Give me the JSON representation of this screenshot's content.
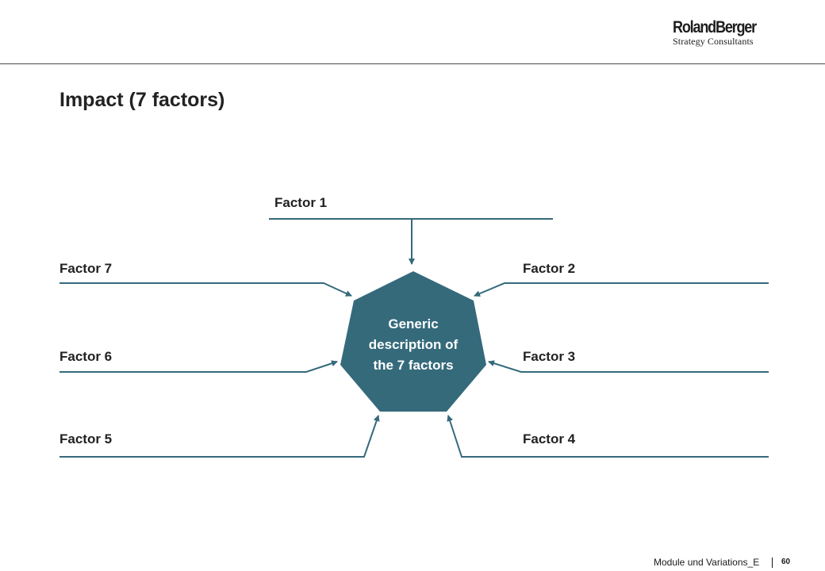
{
  "header": {
    "logo_brand": "RolandBerger",
    "logo_subtitle": "Strategy Consultants"
  },
  "page": {
    "title": "Impact (7 factors)"
  },
  "diagram": {
    "center_lines": [
      "Generic",
      "description of",
      "the 7 factors"
    ],
    "factors": {
      "f1": "Factor 1",
      "f2": "Factor 2",
      "f3": "Factor 3",
      "f4": "Factor 4",
      "f5": "Factor 5",
      "f6": "Factor 6",
      "f7": "Factor 7"
    },
    "colors": {
      "heptagon_fill": "#356a7b",
      "connector": "#356a7b"
    }
  },
  "footer": {
    "module_text": "Module und Variations_E",
    "page_number": "60"
  }
}
